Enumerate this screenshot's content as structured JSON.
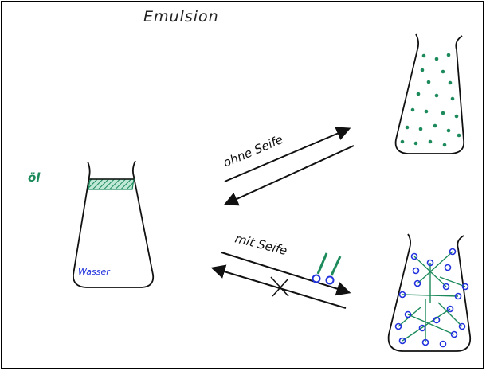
{
  "title": "Emulsion",
  "labels": {
    "oil": "öl",
    "water": "Wasser",
    "without_soap": "ohne Seife",
    "with_soap": "mit Seife"
  },
  "colors": {
    "ink": "#111111",
    "oil": "#1c8a5a",
    "water": "#2233dd",
    "frame": "#000000"
  },
  "icons": [
    "flask-icon",
    "soap-molecule-icon",
    "arrow-right",
    "arrow-left",
    "blocked-arrow-cross"
  ]
}
